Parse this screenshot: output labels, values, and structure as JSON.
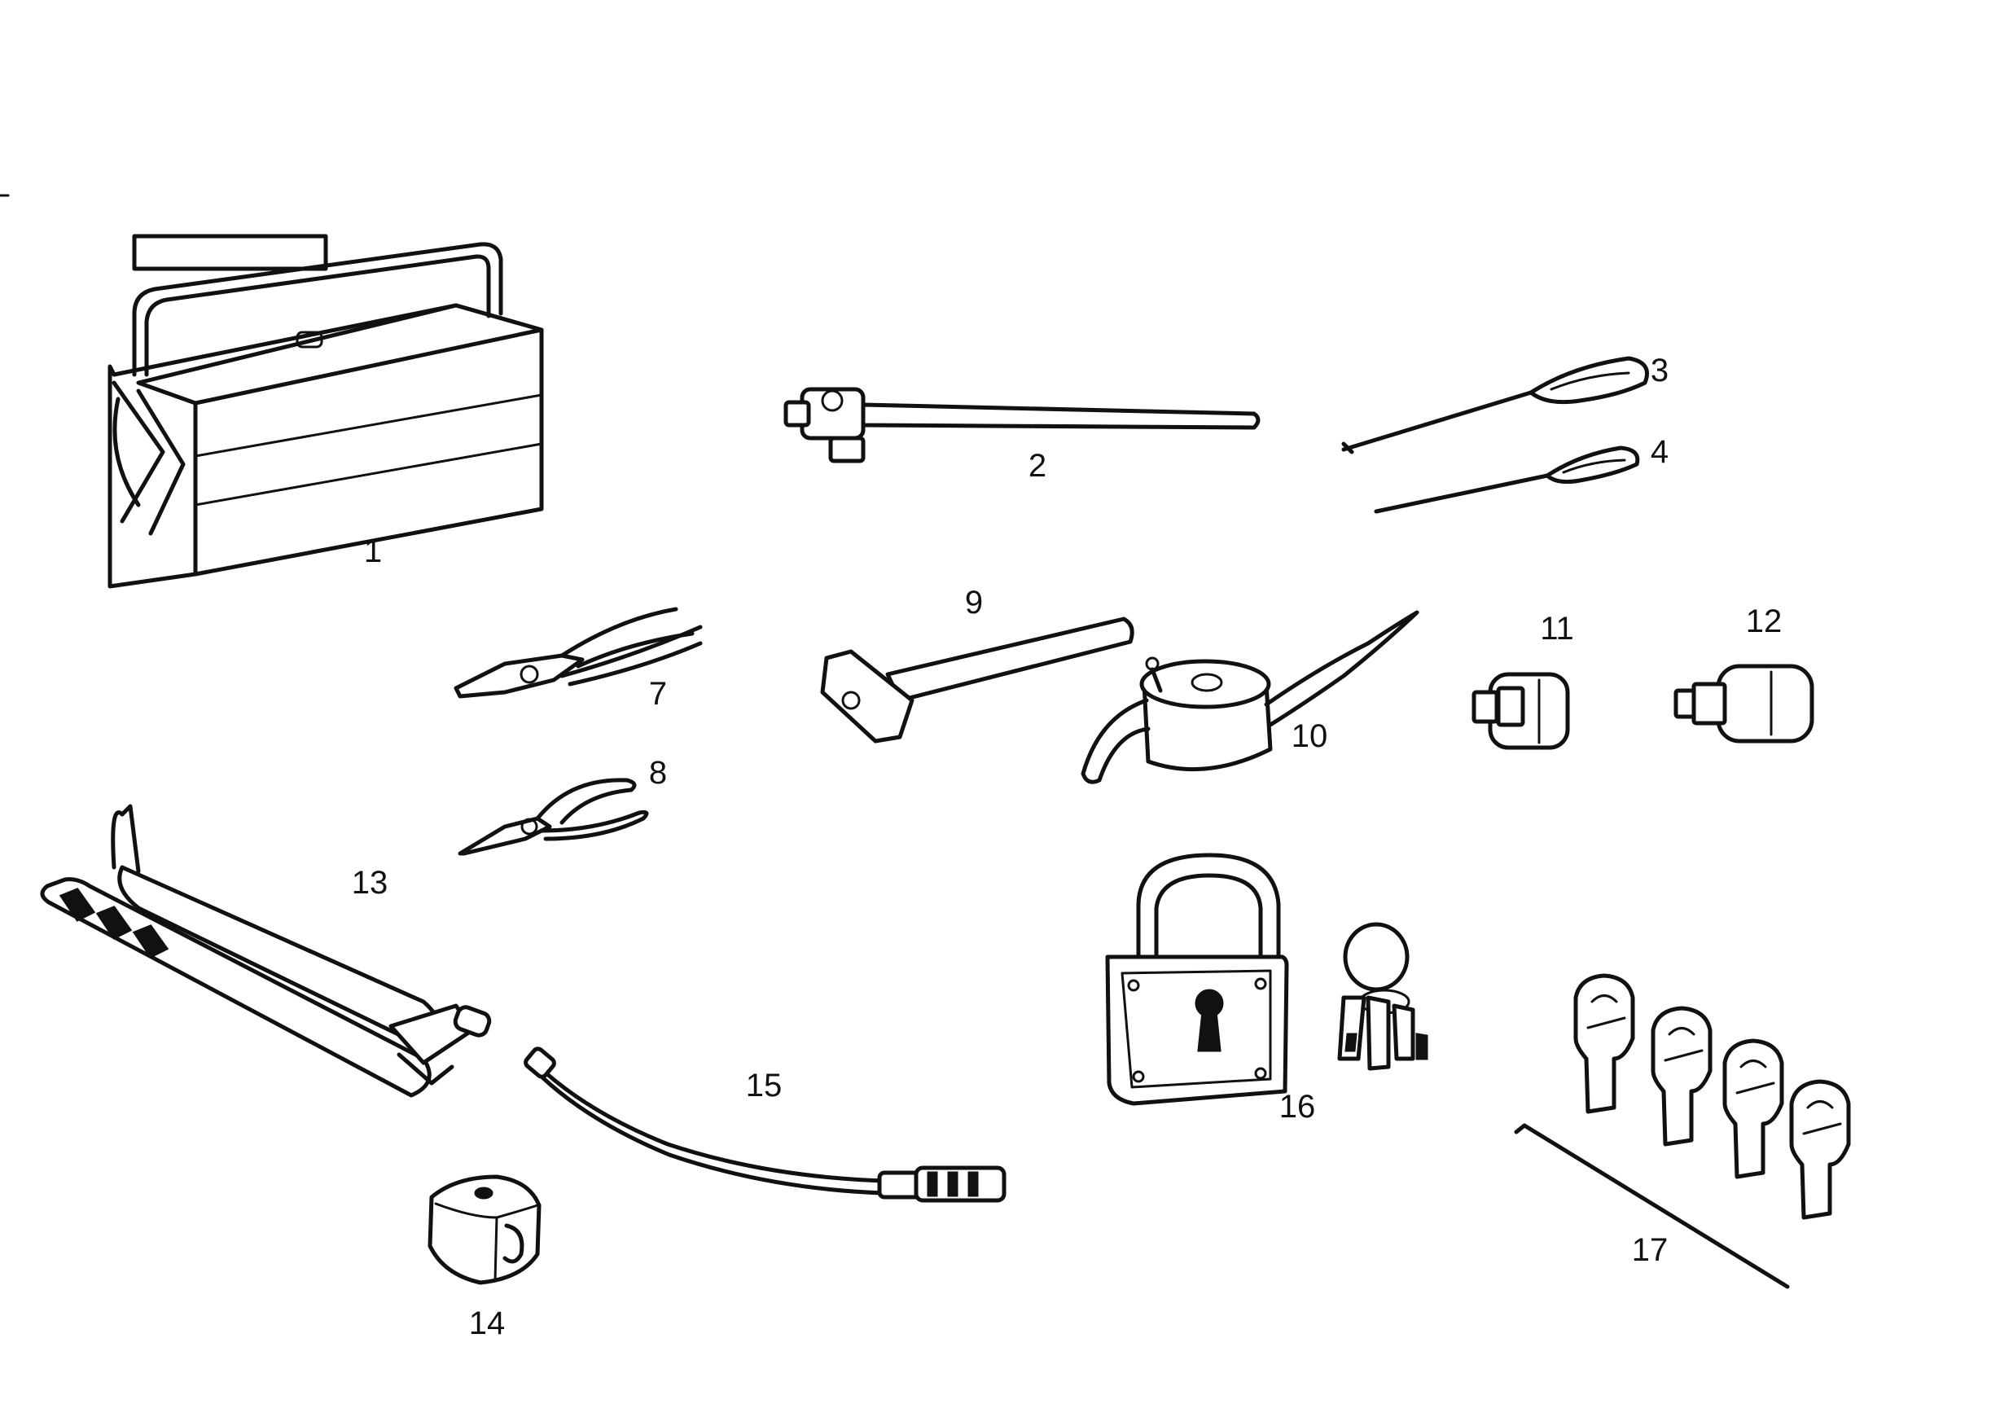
{
  "items": [
    {
      "key": "toolbox",
      "number": "1"
    },
    {
      "key": "tommy-bar",
      "number": "2"
    },
    {
      "key": "screwdriver-large",
      "number": "3"
    },
    {
      "key": "screwdriver-small",
      "number": "4"
    },
    {
      "key": "combination-pliers",
      "number": "7"
    },
    {
      "key": "snipe-nose-pliers",
      "number": "8"
    },
    {
      "key": "hammer",
      "number": "9"
    },
    {
      "key": "oil-can",
      "number": "10"
    },
    {
      "key": "adaptor-small",
      "number": "11"
    },
    {
      "key": "adaptor-large",
      "number": "12"
    },
    {
      "key": "grease-gun",
      "number": "13"
    },
    {
      "key": "cube",
      "number": "14"
    },
    {
      "key": "flexible-hose",
      "number": "15"
    },
    {
      "key": "padlock-and-keys",
      "number": "16"
    },
    {
      "key": "key-set",
      "number": "17"
    }
  ],
  "colors": {
    "ink": "#111111",
    "paper": "#ffffff"
  }
}
